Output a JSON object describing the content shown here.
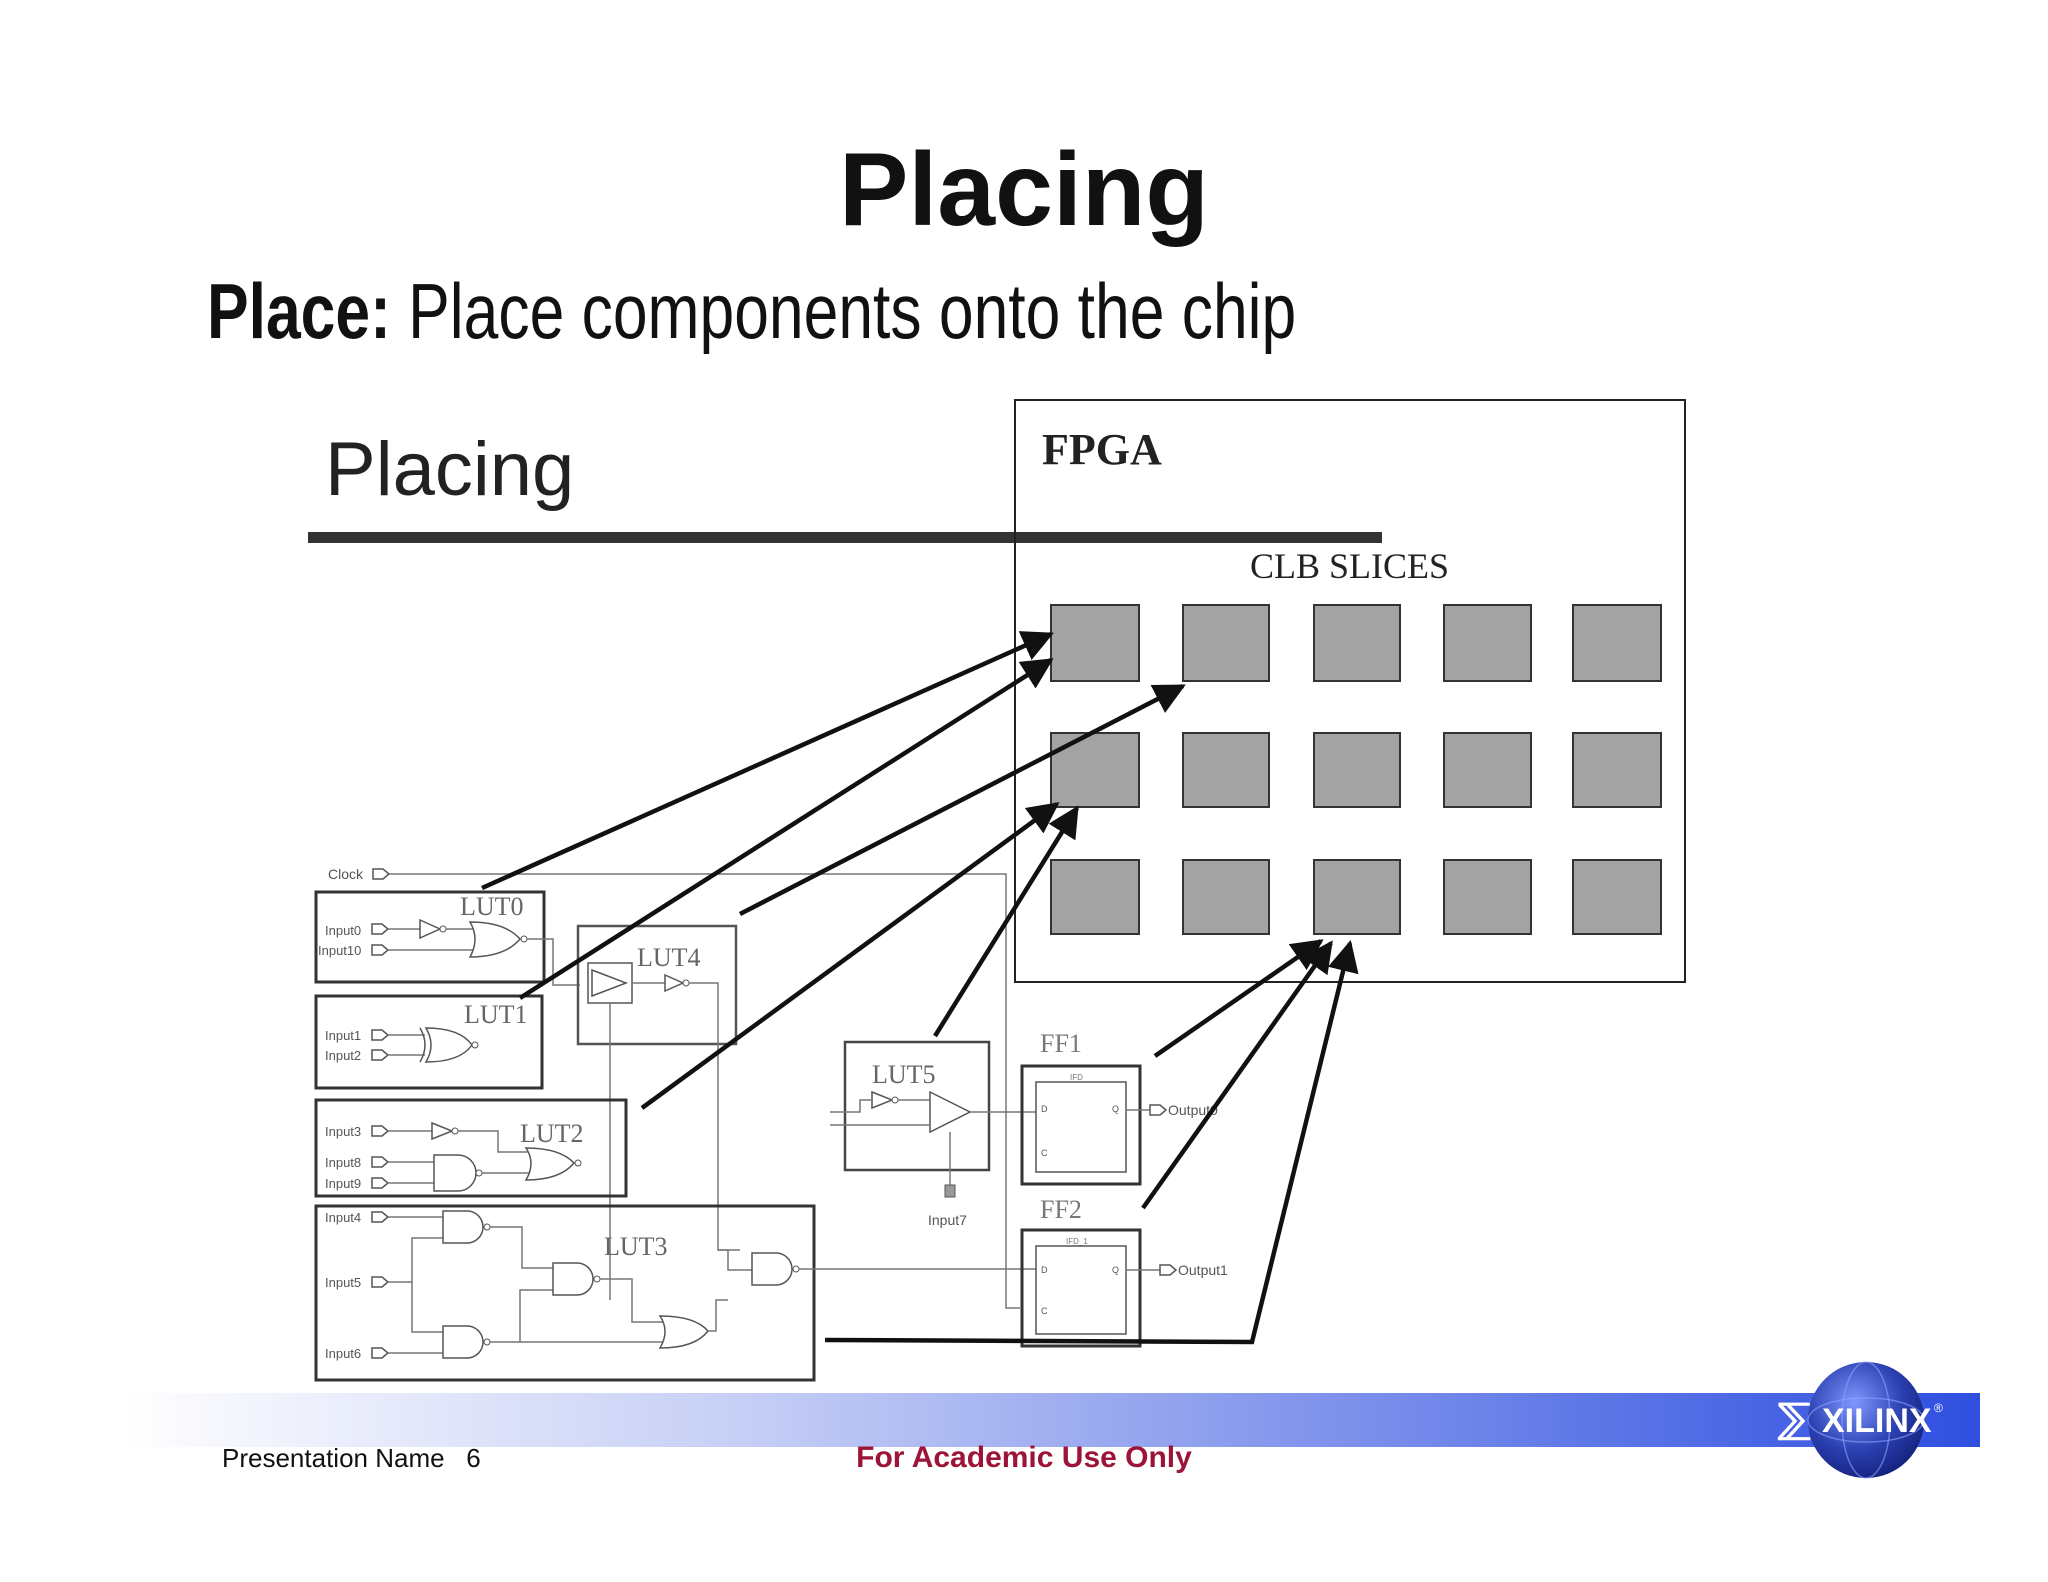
{
  "slide": {
    "title": "Placing",
    "subtitle_bold": "Place:",
    "subtitle_text": " Place components onto the chip"
  },
  "diagram": {
    "inner_title": "Placing",
    "fpga_label": "FPGA",
    "clb_label": "CLB SLICES",
    "clb_grid": {
      "rows": 3,
      "cols": 5
    },
    "luts": [
      "LUT0",
      "LUT1",
      "LUT2",
      "LUT3",
      "LUT4",
      "LUT5"
    ],
    "flipflops": [
      "FF1",
      "FF2"
    ],
    "ff_inner": [
      "IFD",
      "IFD_1"
    ],
    "ff_ports": {
      "d": "D",
      "q": "Q",
      "c": "C"
    },
    "inputs": [
      "Clock",
      "Input0",
      "Input10",
      "Input1",
      "Input2",
      "Input3",
      "Input8",
      "Input9",
      "Input4",
      "Input5",
      "Input6",
      "Input7"
    ],
    "outputs": [
      "Output0",
      "Output1"
    ]
  },
  "footer": {
    "presentation_name": "Presentation Name",
    "page_number": "6",
    "notice": "For Academic Use Only",
    "logo_text": "XILINX",
    "logo_mark": "®",
    "colors": {
      "bar_dark": "#2f4fe0",
      "bar_light": "#ffffff",
      "notice": "#9c1437",
      "globe": "#2a3fb0"
    }
  }
}
